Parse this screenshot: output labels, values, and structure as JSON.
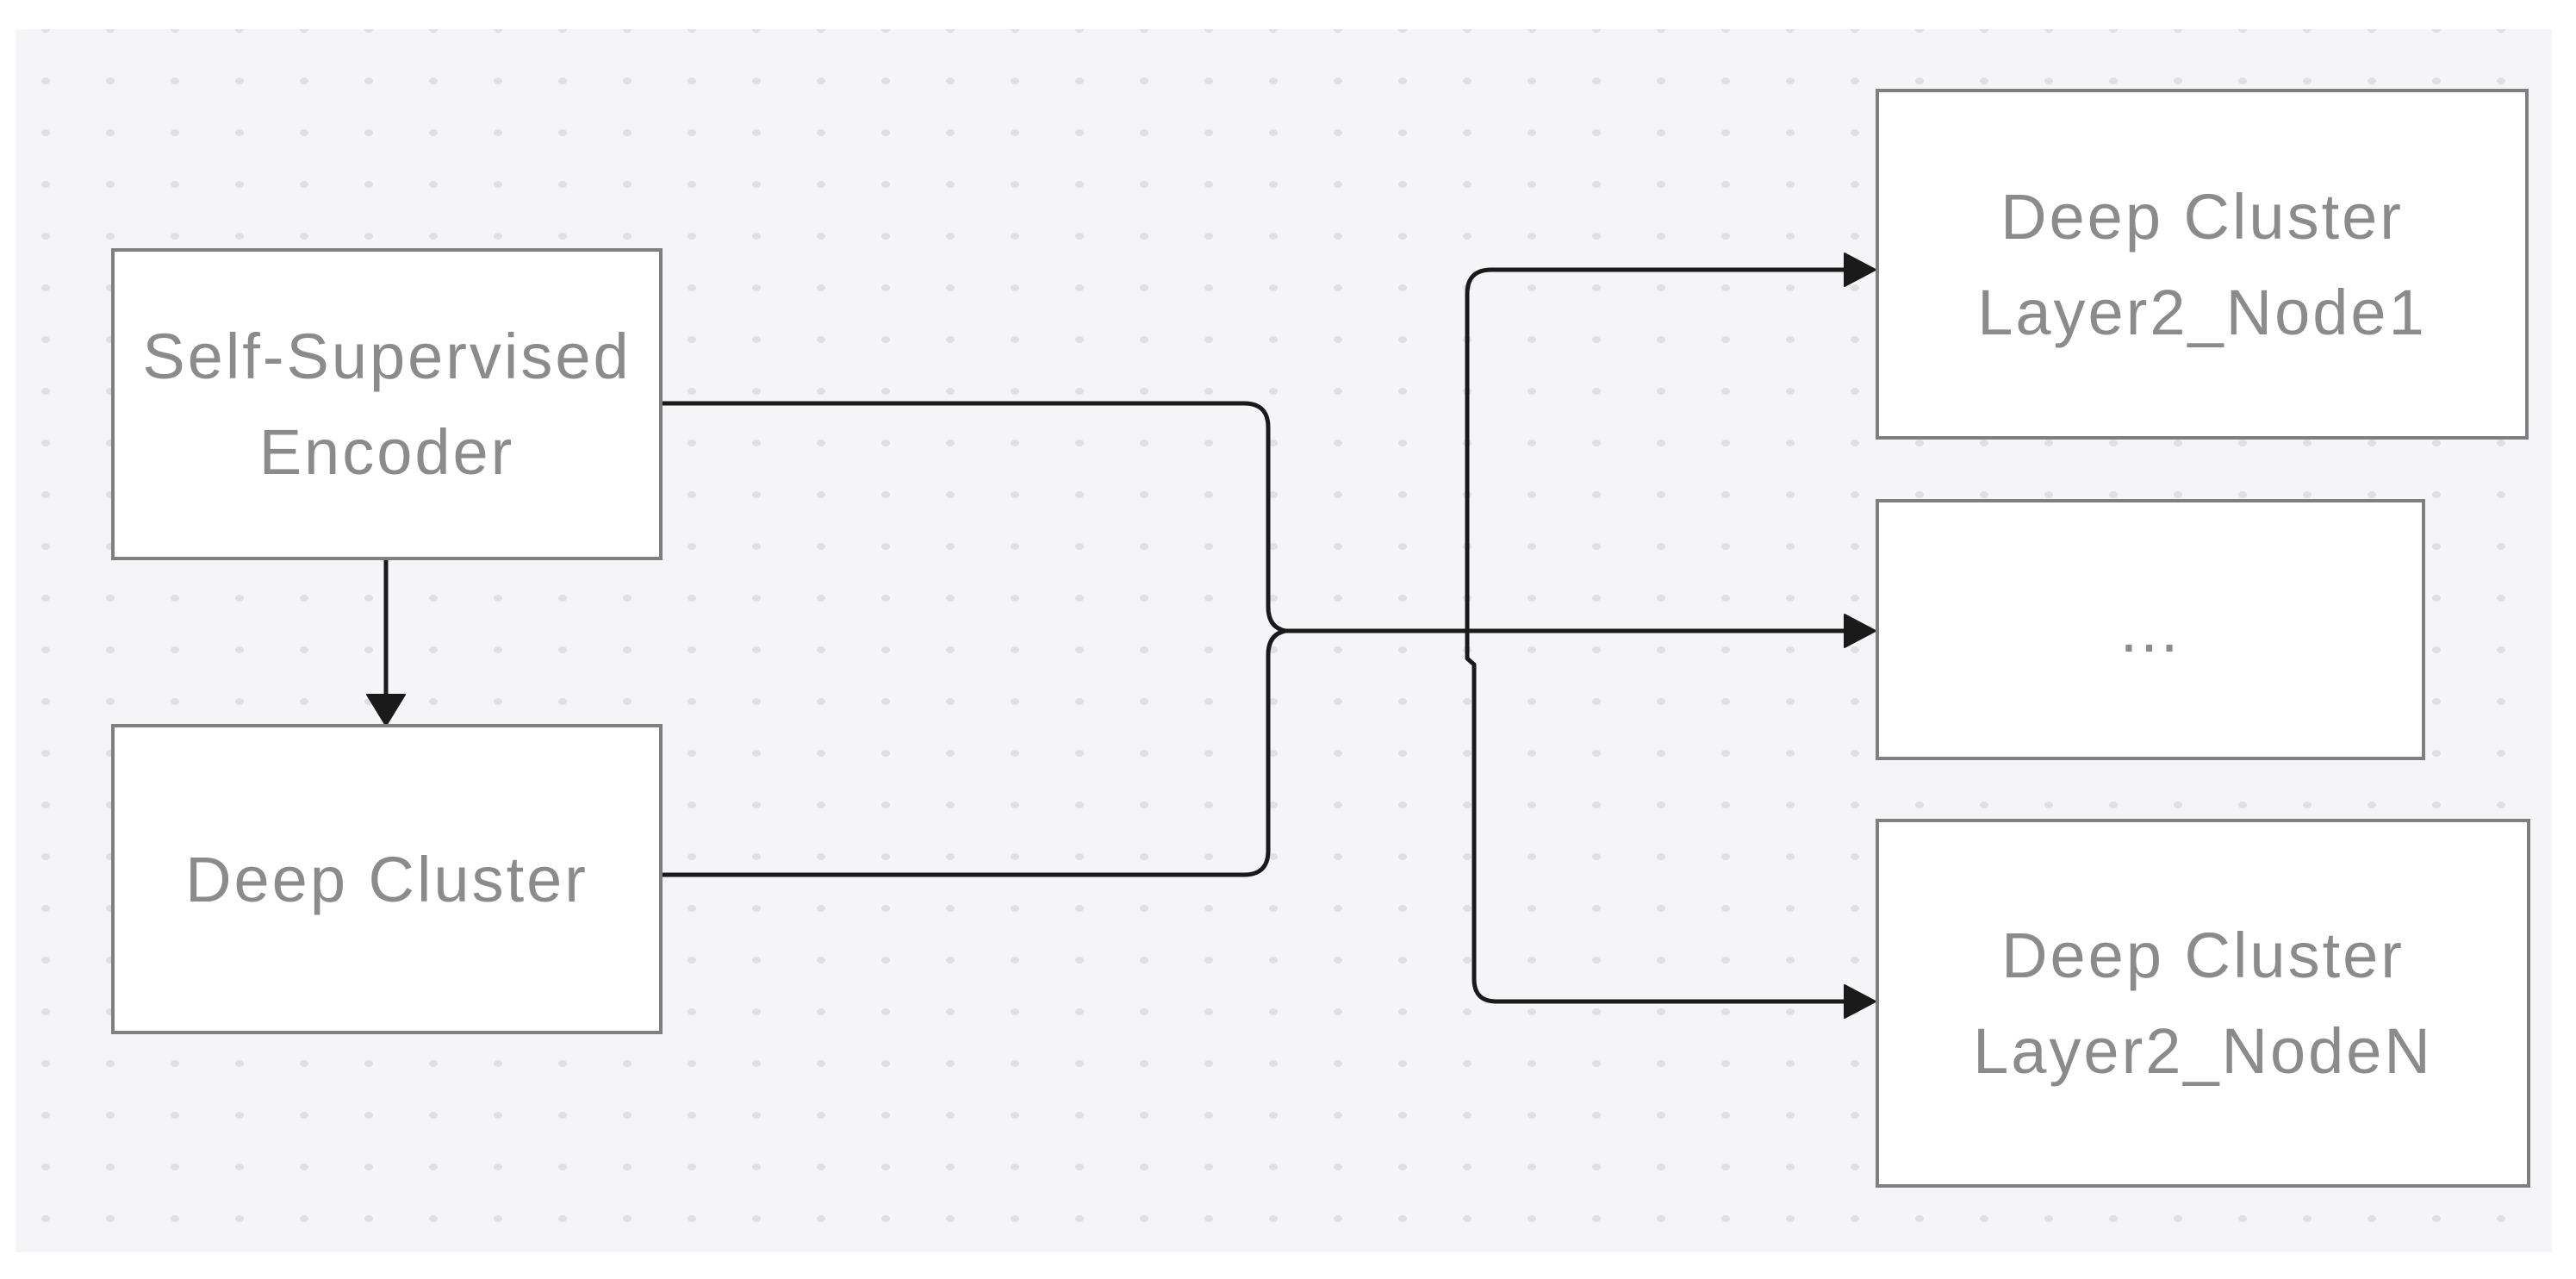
{
  "theme": {
    "page_background": "#ffffff",
    "canvas_background": "#f5f5f7",
    "grid_dot_color": "#e0e0e4",
    "node_fill": "#ffffff",
    "node_border_color": "#7f7f7f",
    "node_text_color": "#8b8b8b",
    "connector_color": "#1a1a1a"
  },
  "diagram": {
    "nodes": {
      "encoder": {
        "lines": [
          "Self-Supervised",
          "Encoder"
        ]
      },
      "deep_cluster": {
        "lines": [
          "Deep Cluster"
        ]
      },
      "layer2_node1": {
        "lines": [
          "Deep Cluster",
          "Layer2_Node1"
        ]
      },
      "ellipsis": {
        "lines": [
          "..."
        ]
      },
      "layer2_nodeN": {
        "lines": [
          "Deep Cluster",
          "Layer2_NodeN"
        ]
      }
    },
    "edges": [
      {
        "from": "encoder",
        "to": "deep_cluster",
        "arrow": true
      },
      {
        "from": "encoder",
        "to": "merge-point",
        "arrow": false
      },
      {
        "from": "deep_cluster",
        "to": "merge-point",
        "arrow": false
      },
      {
        "from": "merge-point",
        "to": "layer2_node1",
        "arrow": true
      },
      {
        "from": "merge-point",
        "to": "ellipsis",
        "arrow": true
      },
      {
        "from": "merge-point",
        "to": "layer2_nodeN",
        "arrow": true
      }
    ]
  }
}
